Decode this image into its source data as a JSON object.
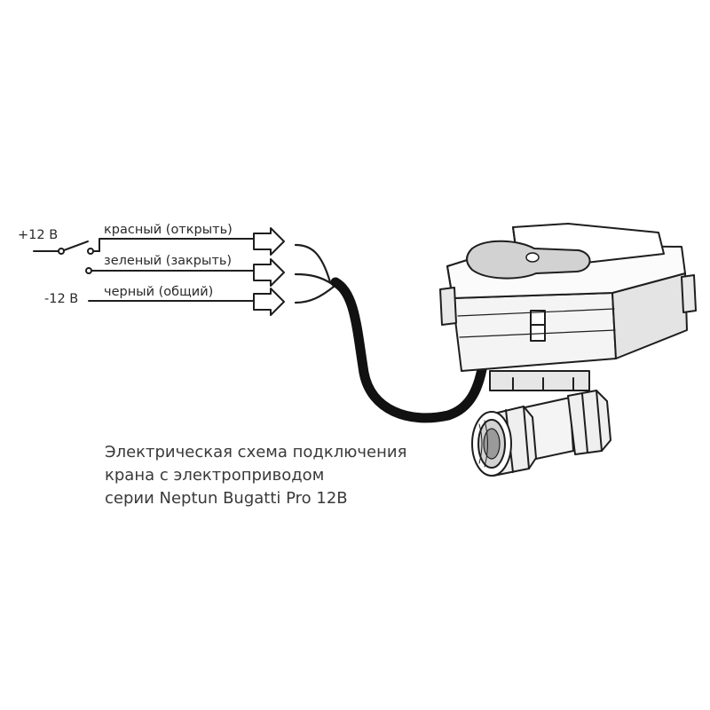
{
  "wiring": {
    "plus_label": "+12 В",
    "minus_label": "-12 В",
    "wires": [
      {
        "label": "красный (открыть)"
      },
      {
        "label": "зеленый (закрыть)"
      },
      {
        "label": "черный (общий)"
      }
    ]
  },
  "caption": {
    "lines": [
      "Электрическая схема подключения",
      "крана с электроприводом",
      "серии Neptun Bugatti Pro 12В"
    ]
  },
  "colors": {
    "line": "#1e1e1e",
    "body_fill": "#f4f4f4",
    "shade_fill": "#d2d2d2",
    "cable": "#111111",
    "text": "#3a3a3a"
  }
}
